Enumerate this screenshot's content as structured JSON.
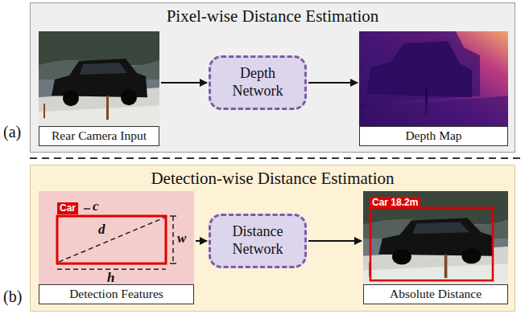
{
  "diagram": {
    "nodes": [
      {
        "text": [
          "Pixel-wise Distance Estimation"
        ]
      },
      {
        "text": [
          "Rear Camera Input"
        ],
        "in": 0
      },
      {
        "text": [
          "Depth Network"
        ],
        "in": 0
      },
      {
        "text": [
          "Depth Map"
        ],
        "in": 0
      },
      {
        "text": [
          "Detection-wise Distance Estimation"
        ]
      },
      {
        "text": [
          "Detection Features"
        ],
        "in": 4
      },
      {
        "text": [
          "Distance Network"
        ],
        "in": 4
      },
      {
        "text": [
          "Absolute Distance"
        ],
        "in": 4
      }
    ],
    "edges": [
      {
        "from": 1,
        "to": 2,
        "arrow": "to"
      },
      {
        "from": 2,
        "to": 3,
        "arrow": "to"
      },
      {
        "from": 5,
        "to": 6,
        "arrow": "to"
      },
      {
        "from": 6,
        "to": 7,
        "arrow": "to"
      }
    ],
    "labels": [
      "(a)",
      "(b)",
      "Car",
      "c",
      "d",
      "w",
      "h",
      "Car 18.2m"
    ]
  }
}
